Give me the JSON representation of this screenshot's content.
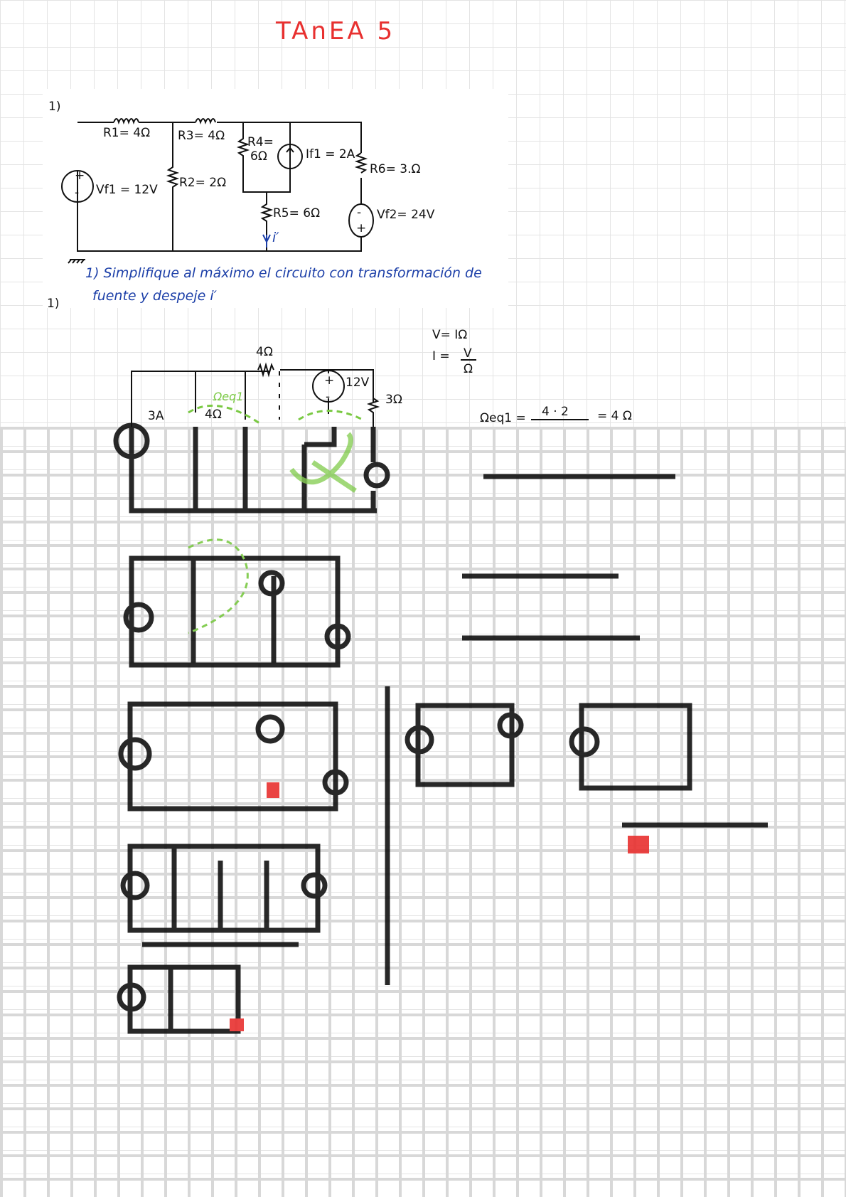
{
  "title": "TAnEA 5",
  "problem_number": "1)",
  "problem_number_2": "1)",
  "circuit1": {
    "r1": "R1= 4Ω",
    "r3": "R3= 4Ω",
    "r4a": "R4=",
    "r4b": "6Ω",
    "r2": "R2= 2Ω",
    "r5": "R5= 6Ω",
    "r6": "R6= 3.Ω",
    "vf1": "Vf1 = 12V",
    "if1": "If1 = 2A",
    "vf2": "Vf2= 24V",
    "current": "i′",
    "plus": "+",
    "minus": "-"
  },
  "instruction": {
    "line1": "1) Simplifique al máximo el circuito con transformación de",
    "line2": "fuente y despeje i′"
  },
  "formulas": {
    "ohm1": "V= IΩ",
    "ohm2_left": "I =",
    "ohm2_num": "V",
    "ohm2_den": "Ω",
    "req_label": "Ωeq1 =",
    "req_num": "4 · 2",
    "req_result": "= 4 Ω"
  },
  "circuit2": {
    "r_top": "4Ω",
    "source_i": "3A",
    "r_left": "4Ω",
    "req": "Ωeq1",
    "v_source": "12V",
    "r_right": "3Ω"
  },
  "colors": {
    "title": "#e8302f",
    "instruction": "#1c3fa8",
    "highlight": "#7ac943",
    "mark": "#e8302f"
  }
}
